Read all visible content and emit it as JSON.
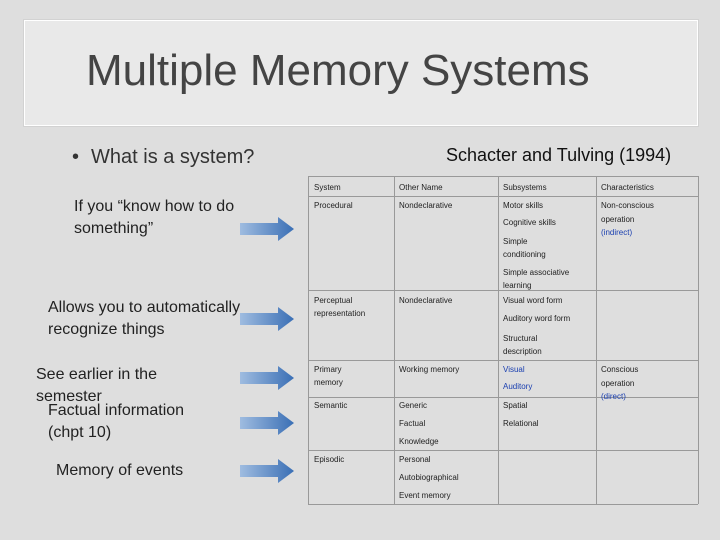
{
  "slide": {
    "title": "Multiple Memory Systems",
    "bullet": "What is a system?",
    "subtitle": "Schacter and Tulving (1994)"
  },
  "left_labels": [
    "If you “know how to do something”",
    "Allows you to automatically recognize things",
    "See earlier in the semester",
    "Factual information (chpt 10)",
    "Memory of events"
  ],
  "table": {
    "headers": [
      "System",
      "Other Name",
      "Subsystems",
      "Characteristics"
    ],
    "procedural": {
      "system": "Procedural",
      "other": "Nondeclarative",
      "subsystems": [
        "Motor skills",
        "Cognitive skills",
        "Simple conditioning",
        "Simple associative learning"
      ],
      "characteristics": "Non-conscious operation",
      "characteristics_note": "(indirect)"
    },
    "perceptual": {
      "system": "Perceptual representation",
      "other": "Nondeclarative",
      "subsystems": [
        "Visual word form",
        "Auditory word form",
        "Structural description"
      ]
    },
    "primary": {
      "system": "Primary memory",
      "other": "Working memory",
      "subsystems": [
        "Visual",
        "Auditory"
      ],
      "characteristics": "Conscious operation",
      "characteristics_note": "(direct)"
    },
    "semantic": {
      "system": "Semantic",
      "other": [
        "Generic",
        "Factual",
        "Knowledge"
      ],
      "subsystems": [
        "Spatial",
        "Relational"
      ]
    },
    "episodic": {
      "system": "Episodic",
      "other": [
        "Personal",
        "Autobiographical",
        "Event memory"
      ]
    }
  },
  "colors": {
    "arrow": "#3a6fb5",
    "highlight_text": "#1a3fb0"
  }
}
